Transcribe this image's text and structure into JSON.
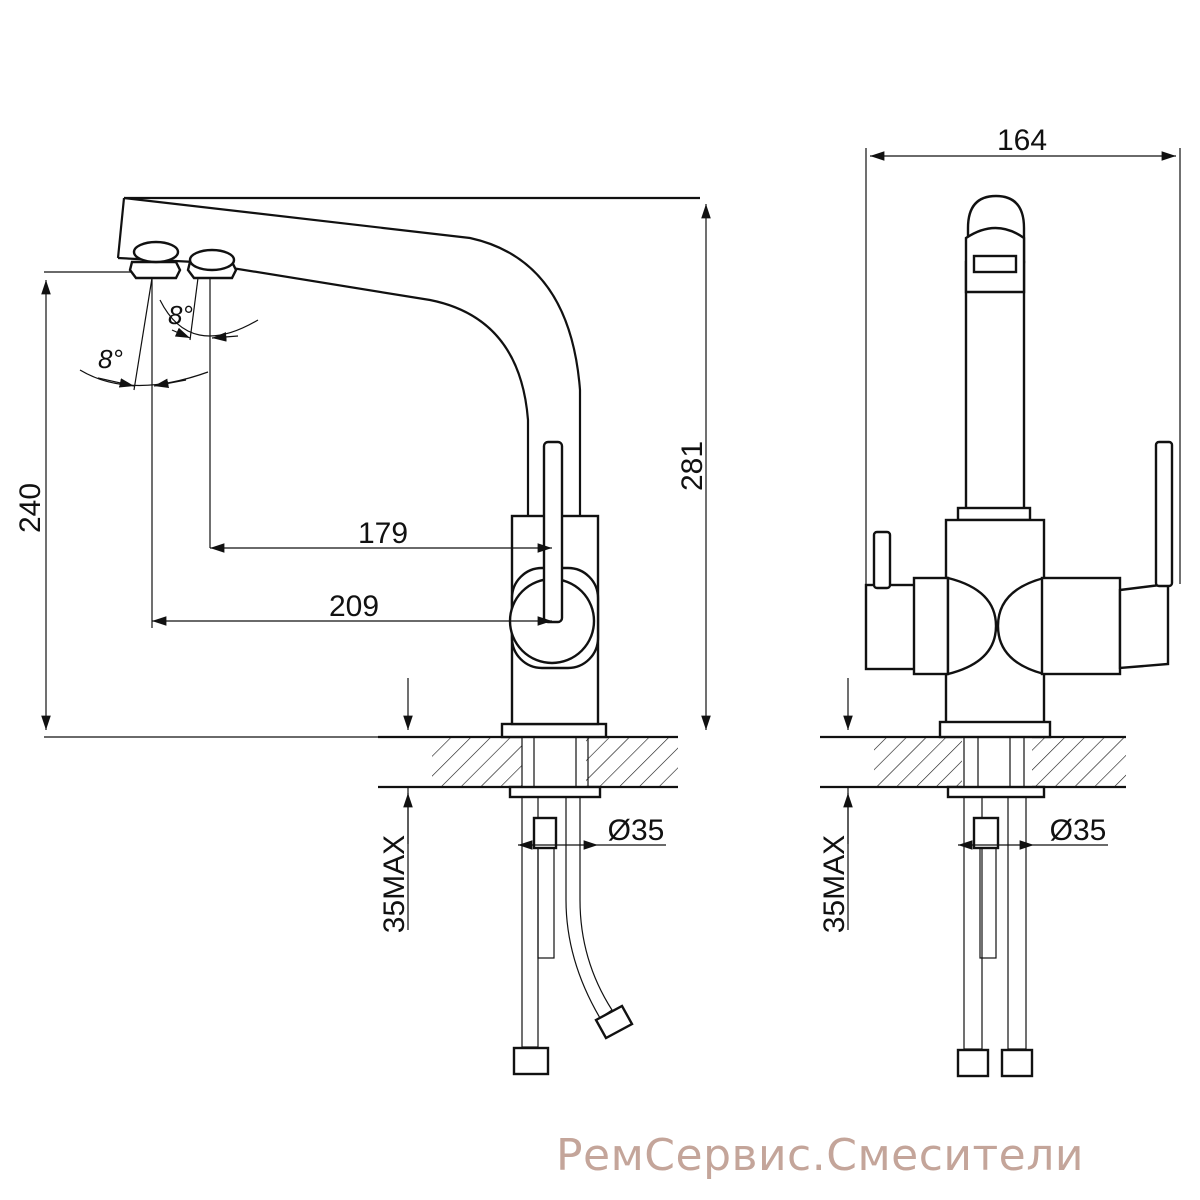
{
  "dimensions": {
    "side_height_to_spout": "240",
    "side_total_height": "281",
    "reach_front_outlet": "179",
    "reach_rear_outlet": "209",
    "mount_hole_side": "Ø35",
    "mount_hole_front": "Ø35",
    "counter_thickness_side": "35MAX",
    "counter_thickness_front": "35MAX",
    "front_width": "164"
  },
  "angles": {
    "upper": "8°",
    "lower": "8°"
  },
  "watermark": "РемСервис.Смесители",
  "colors": {
    "line": "#111111",
    "watermark": "#c4a59a"
  }
}
